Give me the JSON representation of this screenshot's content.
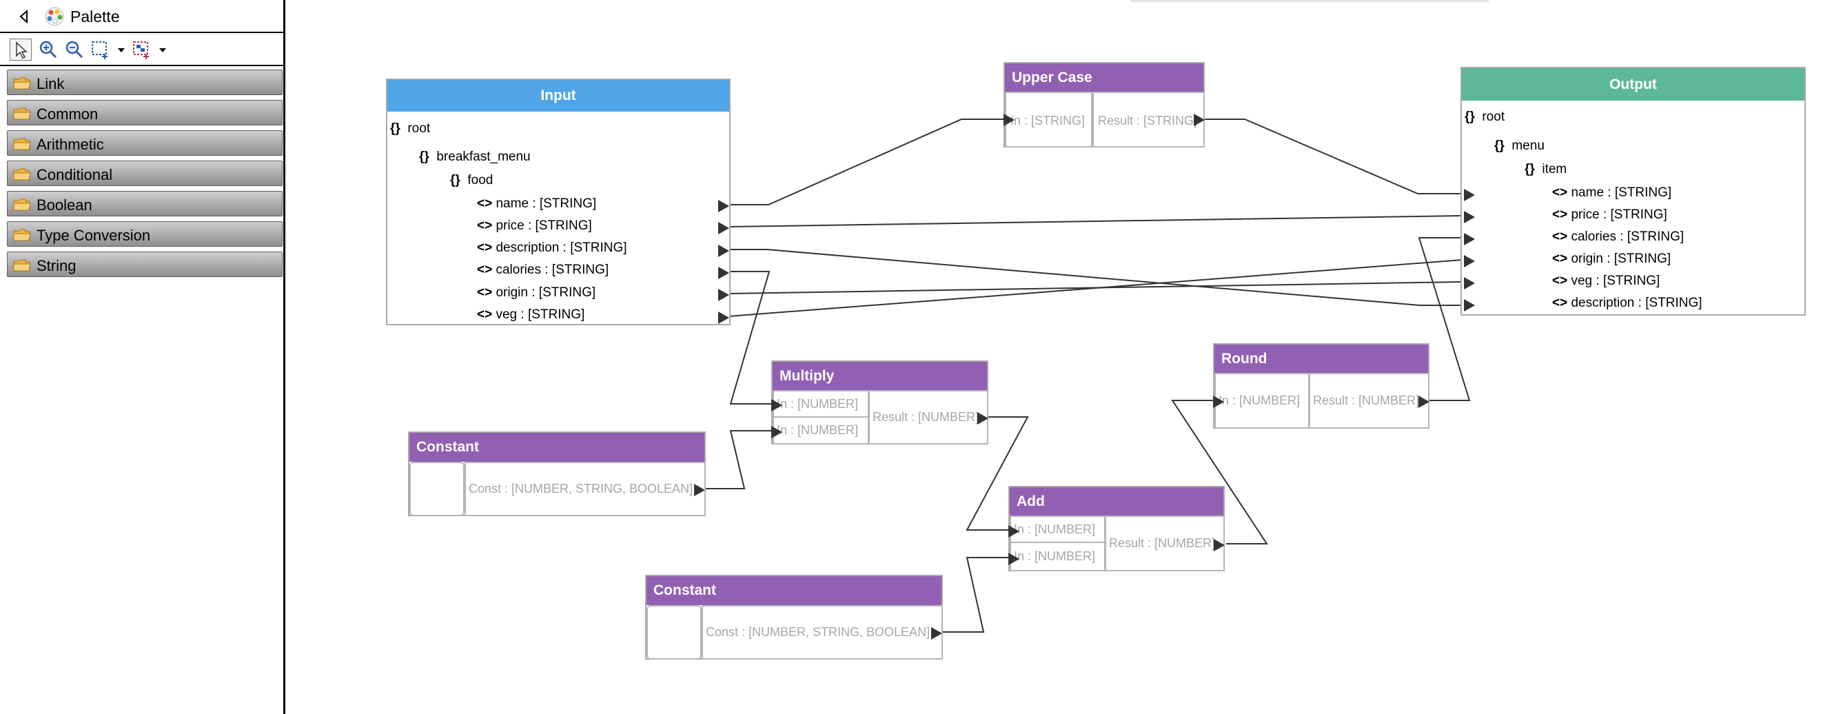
{
  "palette": {
    "title": "Palette",
    "drawers": [
      "Link",
      "Common",
      "Arithmetic",
      "Conditional",
      "Boolean",
      "Type Conversion",
      "String"
    ]
  },
  "input_tree": {
    "title": "Input",
    "root": "root",
    "menu": "breakfast_menu",
    "record": "food",
    "fields": [
      "name  : [STRING]",
      "price  : [STRING]",
      "description  : [STRING]",
      "calories  : [STRING]",
      "origin  : [STRING]",
      "veg  : [STRING]"
    ]
  },
  "output_tree": {
    "title": "Output",
    "root": "root",
    "menu": "menu",
    "record": "item",
    "fields": [
      "name  : [STRING]",
      "price  : [STRING]",
      "calories  : [STRING]",
      "origin  : [STRING]",
      "veg  : [STRING]",
      "description  : [STRING]"
    ]
  },
  "operators": {
    "upper_case": {
      "title": "Upper Case",
      "in": "In : [STRING]",
      "result": "Result : [STRING]"
    },
    "multiply": {
      "title": "Multiply",
      "in1": "In : [NUMBER]",
      "in2": "In : [NUMBER]",
      "result": "Result : [NUMBER]"
    },
    "round": {
      "title": "Round",
      "in": "In : [NUMBER]",
      "result": "Result : [NUMBER]"
    },
    "add": {
      "title": "Add",
      "in1": "In : [NUMBER]",
      "in2": "In : [NUMBER]",
      "result": "Result : [NUMBER]"
    },
    "constant_1": {
      "title": "Constant",
      "value": "",
      "const": "Const : [NUMBER, STRING, BOOLEAN]"
    },
    "constant_2": {
      "title": "Constant",
      "value": "",
      "const": "Const : [NUMBER, STRING, BOOLEAN]"
    }
  },
  "colors": {
    "input_header": "#4fa5e7",
    "output_header": "#5db79a",
    "operator_header": "#9260b3",
    "link": "#333333"
  }
}
